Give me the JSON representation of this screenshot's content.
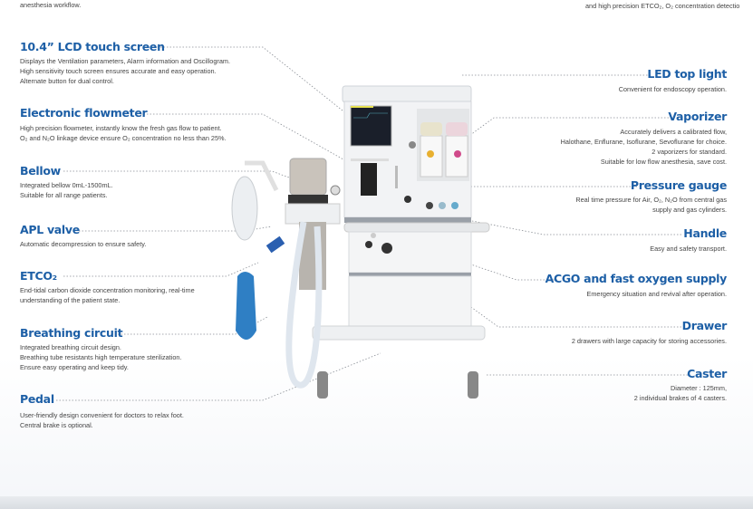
{
  "top_fragments": {
    "left": "anesthesia workflow.",
    "right": "and high precision ETCO₂, O₂ concentration detectio"
  },
  "left_features": [
    {
      "title": "10.4” LCD touch screen",
      "lines": [
        "Displays the Ventilation parameters, Alarm information and Oscillogram.",
        "High sensitivity touch screen ensures accurate and easy operation.",
        "Alternate button for dual control."
      ]
    },
    {
      "title": "Electronic flowmeter",
      "lines": [
        "High precision flowmeter, instantly know the fresh gas flow to patient.",
        "O₂ and N₂O linkage device ensure O₂ concentration no less than 25%."
      ]
    },
    {
      "title": "Bellow",
      "lines": [
        "Integrated bellow 0mL-1500mL.",
        "Suitable for all range patients."
      ]
    },
    {
      "title": "APL valve",
      "lines": [
        "Automatic decompression to ensure safety."
      ]
    },
    {
      "title": "ETCO₂",
      "lines": [
        "End-tidal carbon dioxide concentration monitoring, real-time",
        "understanding of the patient state."
      ]
    },
    {
      "title": "Breathing circuit",
      "lines": [
        "Integrated breathing circuit design.",
        "Breathing tube resistants high temperature sterilization.",
        "Ensure easy operating and keep tidy."
      ]
    },
    {
      "title": "Pedal",
      "lines": [
        "User-friendly design convenient for doctors to relax foot.",
        "Central brake is optional."
      ]
    }
  ],
  "right_features": [
    {
      "title": "LED top light",
      "lines": [
        "Convenient for endoscopy operation."
      ]
    },
    {
      "title": "Vaporizer",
      "lines": [
        "Accurately delivers a calibrated flow,",
        "Halothane, Enflurane, Isoflurane, Sevoflurane for choice.",
        "2 vaporizers for standard.",
        "Suitable for low flow anesthesia, save cost."
      ]
    },
    {
      "title": "Pressure gauge",
      "lines": [
        "Real time pressure for Air, O₂, N₂O from central gas",
        "supply and gas cylinders."
      ]
    },
    {
      "title": "Handle",
      "lines": [
        "Easy and safety transport."
      ]
    },
    {
      "title": "ACGO and fast oxygen supply",
      "lines": [
        "Emergency situation and revival after operation."
      ]
    },
    {
      "title": "Drawer",
      "lines": [
        "2 drawers with large capacity for storing accessories."
      ]
    },
    {
      "title": "Caster",
      "lines": [
        "Diameter : 125mm,",
        "2 individual brakes of 4 casters."
      ]
    }
  ],
  "colors": {
    "heading": "#1d5fa6",
    "body_text": "#444444",
    "bag_blue": "#2f7fc4"
  }
}
